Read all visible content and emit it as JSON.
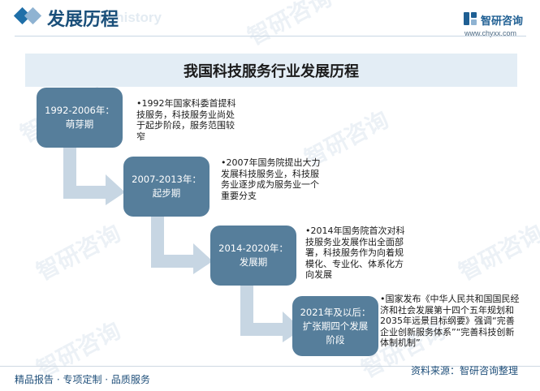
{
  "header": {
    "title": "发展历程",
    "watermark": "ent history"
  },
  "brand": {
    "name": "智研咨询",
    "url": "www.chyxx.com"
  },
  "main_title": "我国科技服务行业发展历程",
  "stages": [
    {
      "label": "1992-2006年：萌芽期",
      "description": "•1992年国家科委首提科技服务，科技服务业尚处于起步阶段，服务范围较窄"
    },
    {
      "label": "2007-2013年：起步期",
      "description": "•2007年国务院提出大力发展科技服务业，科技服务业逐步成为服务业一个重要分支"
    },
    {
      "label": "2014-2020年：发展期",
      "description": "•2014年国务院首次对科技服务业发展作出全面部署，科技服务作为向着规模化、专业化、体系化方向发展"
    },
    {
      "label": "2021年及以后：扩张期四个发展阶段",
      "description": "•国家发布《中华人民共和国国民经济和社会发展第十四个五年规划和2035年远景目标纲要》强调“完善企业创新服务体系”“完善科技创新体制机制”"
    }
  ],
  "watermark_text": "智研咨询",
  "footer": {
    "left": "精品报告 · 专项定制 · 品质服务",
    "right": "资料来源：智研咨询整理"
  },
  "colors": {
    "stage_box": "#567e9b",
    "arrow": "#c7d6e3",
    "title_band": "#e3edf5",
    "brand": "#1f5f93"
  }
}
